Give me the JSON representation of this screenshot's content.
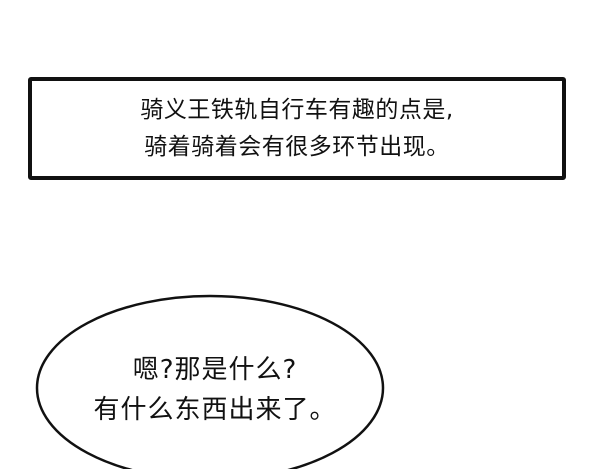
{
  "caption": {
    "lines": [
      "骑义王铁轨自行车有趣的点是,",
      "骑着骑着会有很多环节出现。"
    ]
  },
  "speech_bubble": {
    "lines": [
      "嗯?那是什么?",
      "有什么东西出来了。"
    ]
  }
}
